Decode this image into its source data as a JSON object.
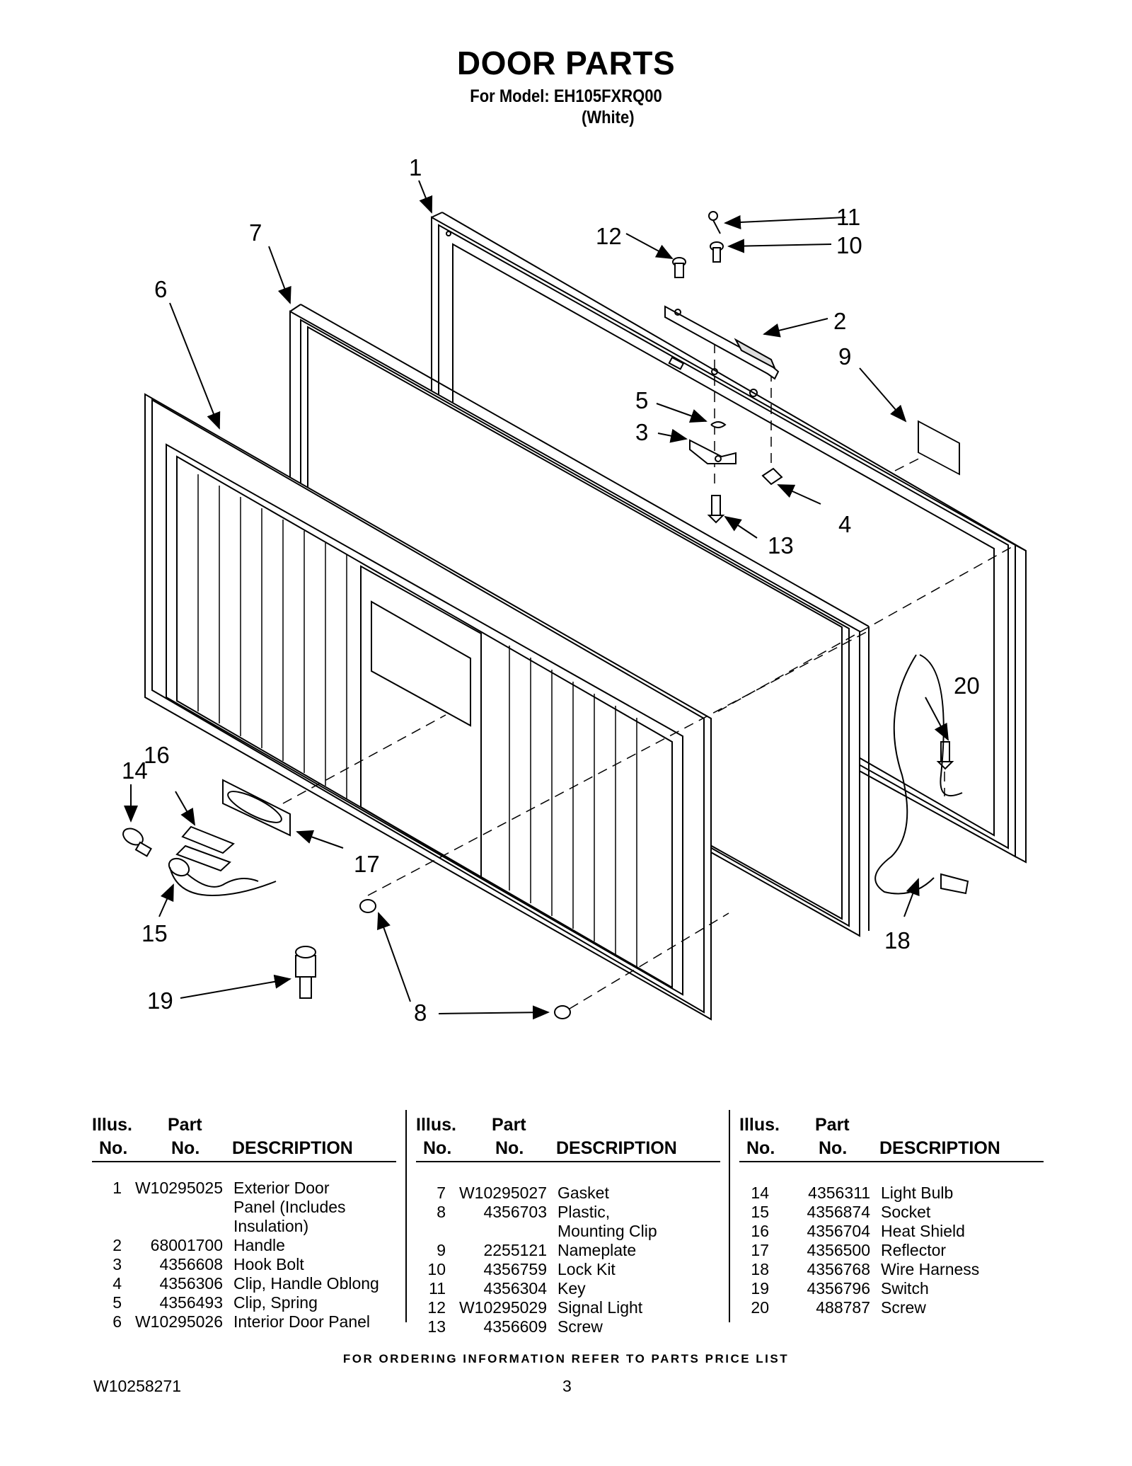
{
  "header": {
    "title": "DOOR PARTS",
    "model_line": "For Model: EH105FXRQ00",
    "color_line": "(White)"
  },
  "diagram": {
    "callouts": [
      "1",
      "2",
      "3",
      "4",
      "5",
      "6",
      "7",
      "8",
      "9",
      "10",
      "11",
      "12",
      "13",
      "14",
      "15",
      "16",
      "17",
      "18",
      "19",
      "20"
    ]
  },
  "table_headers": {
    "illus": "Illus.",
    "no": "No.",
    "part": "Part",
    "description": "DESCRIPTION"
  },
  "columns": [
    {
      "rows": [
        {
          "no": "1",
          "part": "W10295025",
          "desc": [
            "Exterior Door",
            "Panel (Includes",
            "Insulation)"
          ]
        },
        {
          "no": "2",
          "part": "68001700",
          "desc": [
            "Handle"
          ]
        },
        {
          "no": "3",
          "part": "4356608",
          "desc": [
            "Hook Bolt"
          ]
        },
        {
          "no": "4",
          "part": "4356306",
          "desc": [
            "Clip, Handle Oblong"
          ]
        },
        {
          "no": "5",
          "part": "4356493",
          "desc": [
            "Clip, Spring"
          ]
        },
        {
          "no": "6",
          "part": "W10295026",
          "desc": [
            "Interior Door Panel"
          ]
        }
      ]
    },
    {
      "rows": [
        {
          "no": "7",
          "part": "W10295027",
          "desc": [
            "Gasket"
          ]
        },
        {
          "no": "8",
          "part": "4356703",
          "desc": [
            "Plastic,",
            "Mounting Clip"
          ]
        },
        {
          "no": "9",
          "part": "2255121",
          "desc": [
            "Nameplate"
          ]
        },
        {
          "no": "10",
          "part": "4356759",
          "desc": [
            "Lock Kit"
          ]
        },
        {
          "no": "11",
          "part": "4356304",
          "desc": [
            "Key"
          ]
        },
        {
          "no": "12",
          "part": "W10295029",
          "desc": [
            "Signal Light"
          ]
        },
        {
          "no": "13",
          "part": "4356609",
          "desc": [
            "Screw"
          ]
        }
      ]
    },
    {
      "rows": [
        {
          "no": "14",
          "part": "4356311",
          "desc": [
            "Light Bulb"
          ]
        },
        {
          "no": "15",
          "part": "4356874",
          "desc": [
            "Socket"
          ]
        },
        {
          "no": "16",
          "part": "4356704",
          "desc": [
            "Heat Shield"
          ]
        },
        {
          "no": "17",
          "part": "4356500",
          "desc": [
            "Reflector"
          ]
        },
        {
          "no": "18",
          "part": "4356768",
          "desc": [
            "Wire Harness"
          ]
        },
        {
          "no": "19",
          "part": "4356796",
          "desc": [
            "Switch"
          ]
        },
        {
          "no": "20",
          "part": "488787",
          "desc": [
            "Screw"
          ]
        }
      ]
    }
  ],
  "footer": {
    "ordering_note": "FOR ORDERING INFORMATION REFER TO PARTS PRICE LIST",
    "document_number": "W10258271",
    "page_number": "3"
  }
}
